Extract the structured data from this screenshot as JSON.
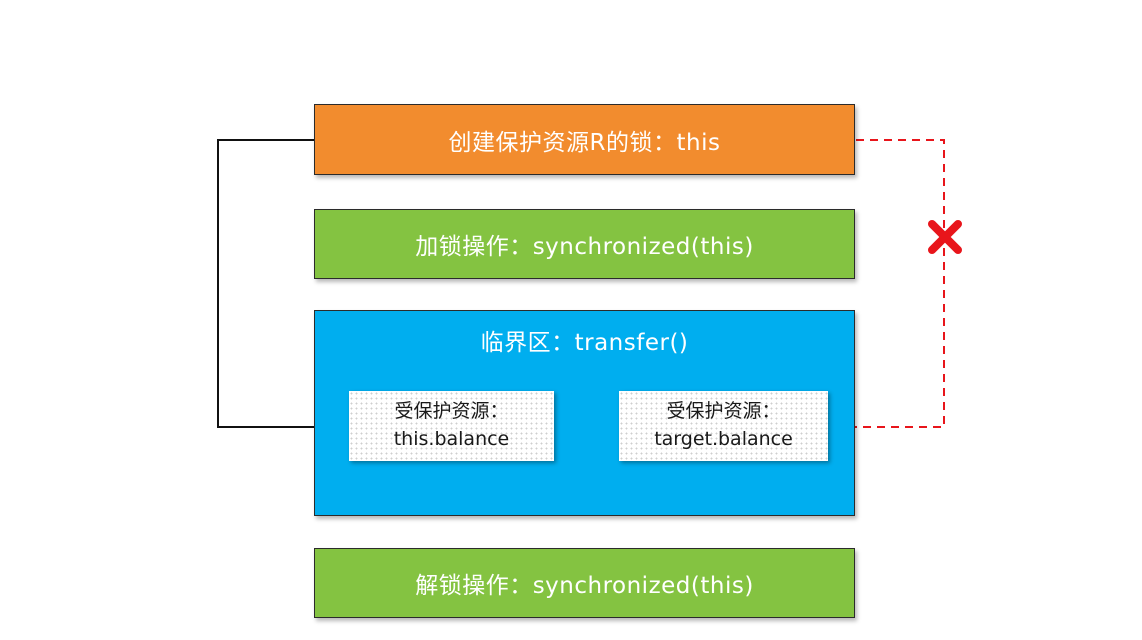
{
  "colors": {
    "create_box": "#f28c2e",
    "lock_box": "#84c341",
    "critical_box": "#00aeef",
    "unlock_box": "#84c341",
    "dashed_connector": "#e8151b",
    "solid_connector": "#111111"
  },
  "boxes": {
    "create": "创建保护资源R的锁：this",
    "lock": "加锁操作：synchronized(this)",
    "critical": "临界区：transfer()",
    "unlock": "解锁操作：synchronized(this)"
  },
  "resources": {
    "this_balance": {
      "label": "受保护资源：",
      "value": "this.balance"
    },
    "target_balance": {
      "label": "受保护资源：",
      "value": "target.balance"
    }
  },
  "icons": {
    "blocked": "cross-icon"
  }
}
